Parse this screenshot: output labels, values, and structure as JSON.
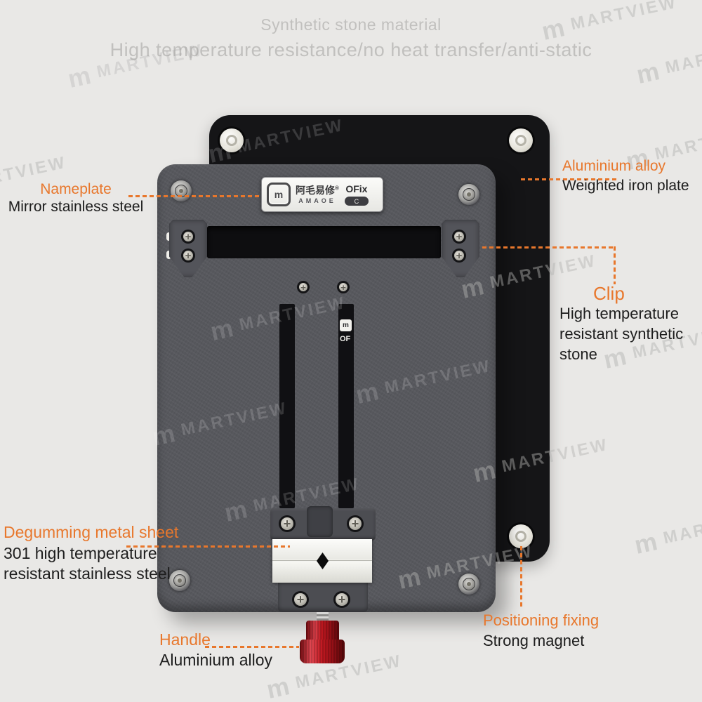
{
  "header": {
    "title": "Synthetic stone material",
    "subtitle": "High temperature resistance/no heat transfer/anti-static"
  },
  "watermark": {
    "logo": "m",
    "text": "MARTVIEW"
  },
  "product": {
    "nameplate": {
      "logo_letter": "m",
      "brand_cn": "阿毛易修",
      "registered_mark": "®",
      "brand_en": "AMAOE",
      "model": "OFix",
      "variant": "C"
    },
    "slot_print": {
      "logo_letter": "m",
      "text": "OF"
    }
  },
  "callouts": {
    "nameplate": {
      "title": "Nameplate",
      "desc": "Mirror stainless steel"
    },
    "iron_plate": {
      "title": "Aluminium alloy",
      "desc": "Weighted iron plate"
    },
    "clip": {
      "title": "Clip",
      "desc": "High temperature resistant synthetic stone"
    },
    "degumming": {
      "title": "Degumming metal sheet",
      "desc": "301 high temperature resistant stainless steel"
    },
    "positioning": {
      "title": "Positioning fixing",
      "desc": "Strong magnet"
    },
    "handle": {
      "title": "Handle",
      "desc": "Aluminium alloy"
    }
  },
  "colors": {
    "accent": "#e8772c",
    "background": "#e9e8e6",
    "plate_black": "#151517",
    "plate_gray": "#57585d",
    "handle_red": "#c01820",
    "title_text": "#c1c0be",
    "body_text": "#1d1d1d"
  }
}
